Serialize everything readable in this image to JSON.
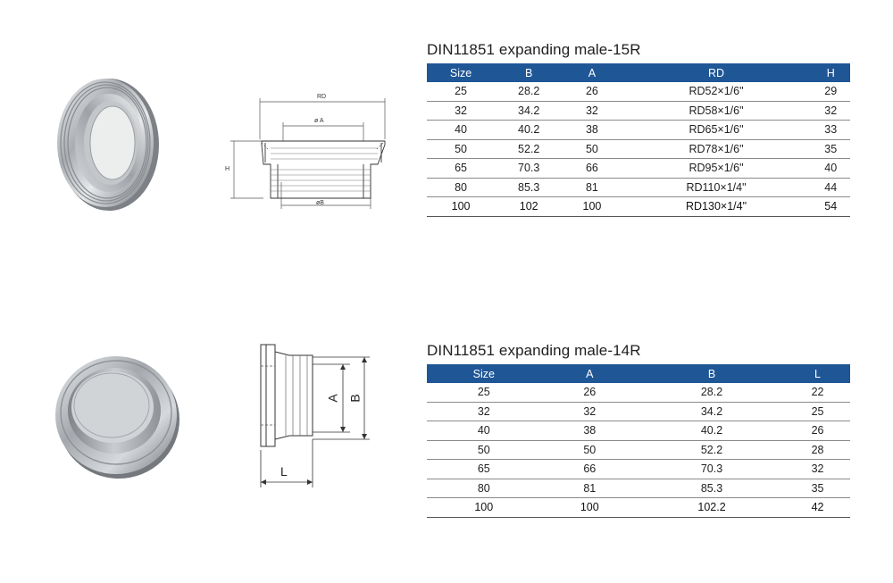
{
  "table_15r": {
    "title": "DIN11851 expanding male-15R",
    "headers": [
      "Size",
      "B",
      "A",
      "RD",
      "H"
    ],
    "rows": [
      [
        "25",
        "28.2",
        "26",
        "RD52×1/6\"",
        "29"
      ],
      [
        "32",
        "34.2",
        "32",
        "RD58×1/6\"",
        "32"
      ],
      [
        "40",
        "40.2",
        "38",
        "RD65×1/6\"",
        "33"
      ],
      [
        "50",
        "52.2",
        "50",
        "RD78×1/6\"",
        "35"
      ],
      [
        "65",
        "70.3",
        "66",
        "RD95×1/6\"",
        "40"
      ],
      [
        "80",
        "85.3",
        "81",
        "RD110×1/4\"",
        "44"
      ],
      [
        "100",
        "102",
        "100",
        "RD130×1/4\"",
        "54"
      ]
    ]
  },
  "table_14r": {
    "title": "DIN11851 expanding male-14R",
    "headers": [
      "Size",
      "A",
      "B",
      "L"
    ],
    "rows": [
      [
        "25",
        "26",
        "28.2",
        "22"
      ],
      [
        "32",
        "32",
        "34.2",
        "25"
      ],
      [
        "40",
        "38",
        "40.2",
        "26"
      ],
      [
        "50",
        "50",
        "52.2",
        "28"
      ],
      [
        "65",
        "66",
        "70.3",
        "32"
      ],
      [
        "80",
        "81",
        "85.3",
        "35"
      ],
      [
        "100",
        "100",
        "102.2",
        "42"
      ]
    ]
  },
  "drawing_15r": {
    "label_rd": "RD",
    "label_a": "ø A",
    "label_h": "H",
    "label_b": "øB"
  },
  "drawing_14r": {
    "label_a": "A",
    "label_b": "B",
    "label_l": "L"
  },
  "colors": {
    "header_bg": "#1f5696",
    "header_text": "#ffffff",
    "metal": "#b9bcc0"
  }
}
